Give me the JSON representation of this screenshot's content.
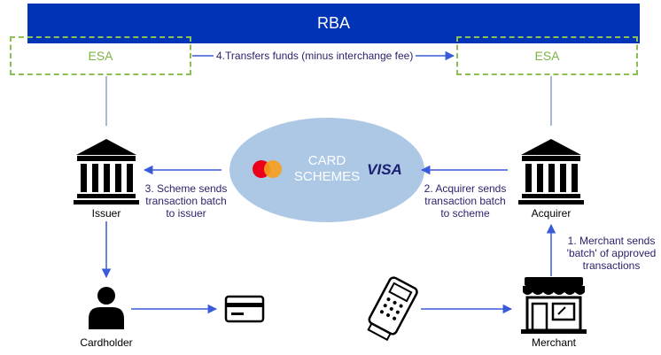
{
  "nodes": {
    "rba": "RBA",
    "esa_left": "ESA",
    "esa_right": "ESA",
    "card_schemes": "CARD\nSCHEMES",
    "card_schemes_line1": "CARD",
    "card_schemes_line2": "SCHEMES",
    "visa": "VISA",
    "issuer": "Issuer",
    "acquirer": "Acquirer",
    "cardholder": "Cardholder",
    "merchant": "Merchant"
  },
  "edges": {
    "transfer_funds": "4.Transfers funds (minus interchange fee)",
    "scheme_sends": [
      "3. Scheme sends",
      "transaction batch",
      "to issuer"
    ],
    "acquirer_sends": [
      "2. Acquirer sends",
      "transaction batch",
      "to scheme"
    ],
    "merchant_sends": [
      "1. Merchant sends",
      "'batch' of approved",
      "transactions"
    ]
  },
  "colors": {
    "rba_fill": "#0033b5",
    "esa_border": "#8cc152",
    "ellipse_fill": "#acc8e5",
    "arrow": "#3a5bd9",
    "line": "#8aa0c8",
    "text": "#2b1f6b",
    "visa": "#1a1f71",
    "mastercard_red": "#eb001b",
    "mastercard_orange": "#f79e1b"
  },
  "icons": [
    "bank-icon",
    "person-icon",
    "credit-card-icon",
    "card-terminal-icon",
    "store-icon",
    "mastercard-logo",
    "visa-logo"
  ]
}
